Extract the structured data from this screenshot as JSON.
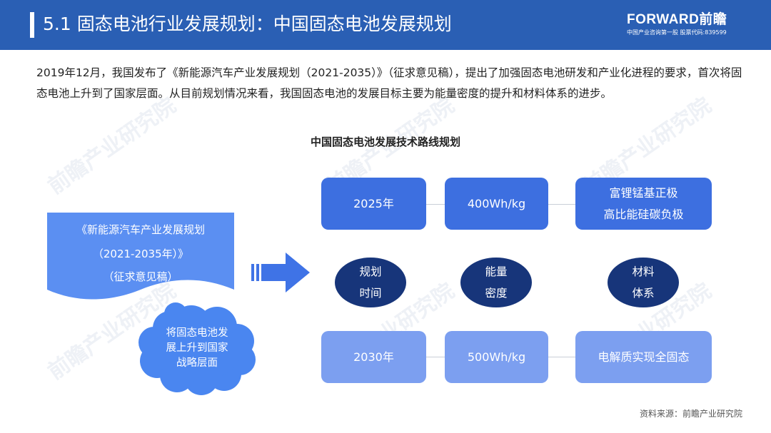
{
  "header": {
    "title": "5.1  固态电池行业发展规划：中国固态电池发展规划",
    "logo_brand": "FORWARD前瞻",
    "logo_sub": "中国产业咨询第一股 股票代码:839599"
  },
  "intro": "2019年12月，我国发布了《新能源汽车产业发展规划（2021-2035）》（征求意见稿），提出了加强固态电池研发和产业化进程的要求，首次将固态电池上升到了国家层面。从目前规划情况来看，我国固态电池的发展目标主要为能量密度的提升和材料体系的进步。",
  "diagram": {
    "title": "中国固态电池发展技术路线规划",
    "doc_lines": [
      "《新能源汽车产业发展规划",
      "（2021-2035年）》",
      "（征求意见稿）"
    ],
    "cloud_lines": [
      "将固态电池发",
      "展上升到国家",
      "战略层面"
    ],
    "row1": [
      "2025年",
      "400Wh/kg"
    ],
    "row1_material": [
      "富锂锰基正极",
      "高比能硅碳负极"
    ],
    "categories": [
      [
        "规划",
        "时间"
      ],
      [
        "能量",
        "密度"
      ],
      [
        "材料",
        "体系"
      ]
    ],
    "row2": [
      "2030年",
      "500Wh/kg",
      "电解质实现全固态"
    ]
  },
  "source": "资料来源：前瞻产业研究院",
  "watermark": "前瞻产业研究院",
  "colors": {
    "header": "#2a5fb4",
    "row1": "#3d6fe0",
    "row2": "#7c9ff0",
    "ellipse": "#17357a",
    "doc": "#5b8ff2",
    "cloud": "#4a86f0"
  }
}
